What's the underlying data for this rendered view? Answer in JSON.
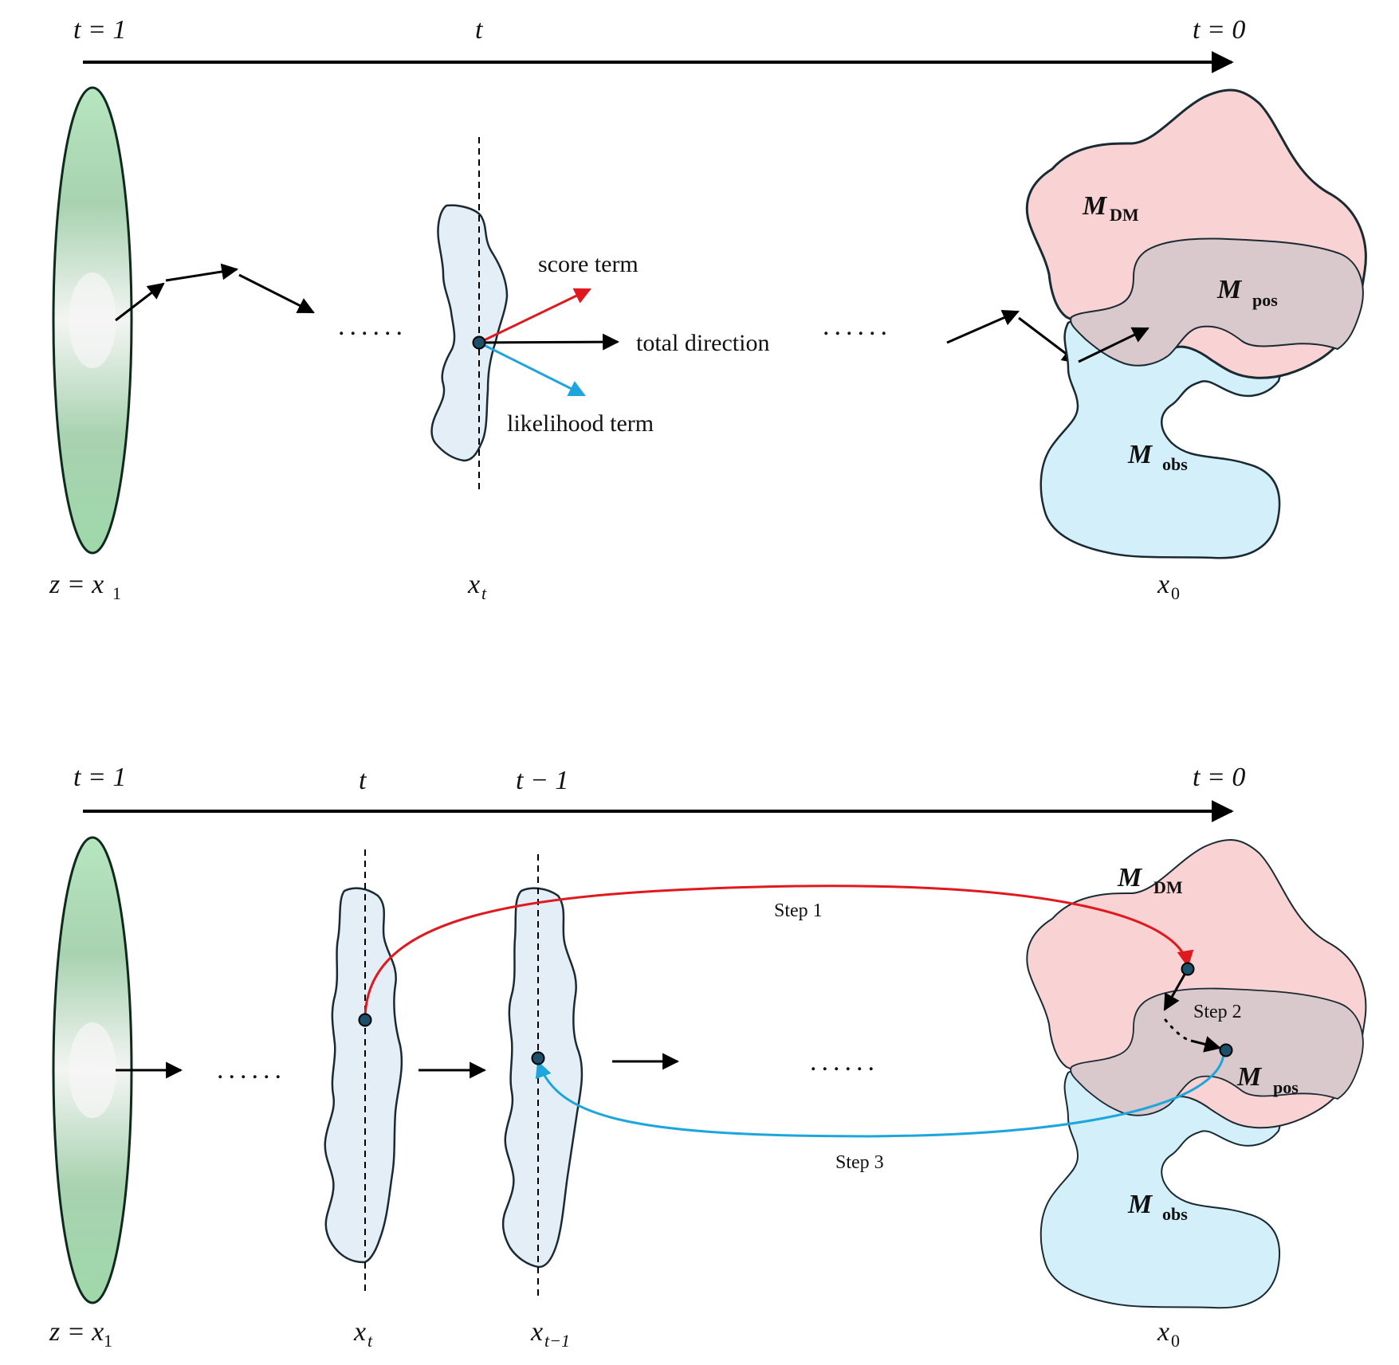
{
  "top": {
    "axis": {
      "start_label": "t = 1",
      "mid_label": "t",
      "end_label": "t = 0"
    },
    "labels": {
      "z_prefix": "z = x",
      "z_sub": "1",
      "xt_main": "x",
      "xt_sub": "t",
      "x0_main": "x",
      "x0_sub": "0"
    },
    "arrows": {
      "score": "score term",
      "total": "total direction",
      "likelihood": "likelihood term"
    },
    "ellipsis": "......",
    "manifolds": {
      "dm_main": "M",
      "dm_sub": "DM",
      "pos_main": "M",
      "pos_sub": "pos",
      "obs_main": "M",
      "obs_sub": "obs"
    }
  },
  "bottom": {
    "axis": {
      "start_label": "t = 1",
      "t_label": "t",
      "t_minus_label": "t − 1",
      "end_label": "t = 0"
    },
    "labels": {
      "z_prefix": "z = x",
      "z_sub": "1",
      "xt_main": "x",
      "xt_sub": "t",
      "xtm1_main": "x",
      "xtm1_sub": "t−1",
      "x0_main": "x",
      "x0_sub": "0"
    },
    "steps": {
      "step1": "Step 1",
      "step2": "Step 2",
      "step3": "Step 3"
    },
    "ellipsis": "......",
    "manifolds": {
      "dm_main": "M",
      "dm_sub": "DM",
      "pos_main": "M",
      "pos_sub": "pos",
      "obs_main": "M",
      "obs_sub": "obs"
    }
  },
  "colors": {
    "score_arrow": "#e0191e",
    "likelihood_arrow": "#1ca6dc",
    "manifold_dm": "#f9d3d3",
    "manifold_pos": "#d9c8cc",
    "manifold_obs": "#d2effa",
    "slice_fill": "#e3eef7",
    "gaussian_edge": "#9fd8aa",
    "gaussian_center": "#f6f6f6",
    "point": "#1b4f6b"
  }
}
